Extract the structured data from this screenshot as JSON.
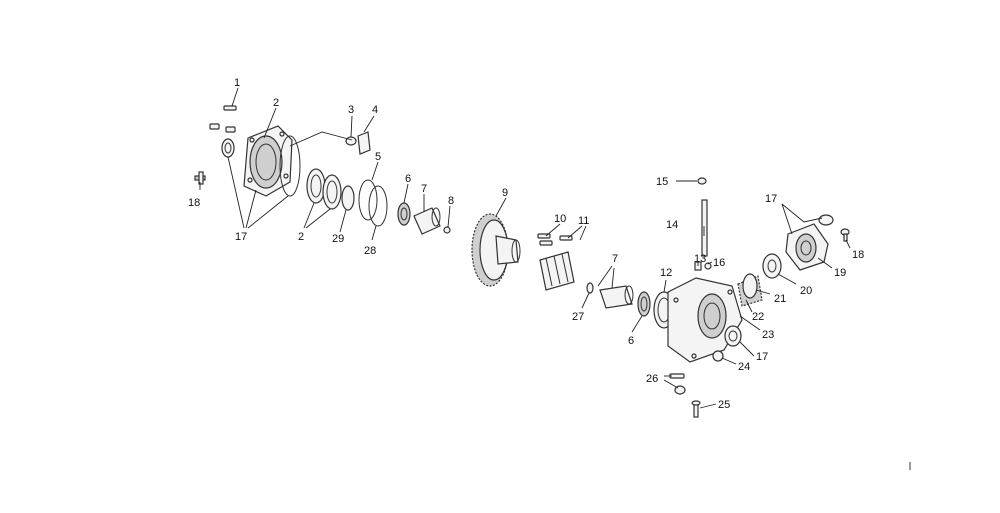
{
  "callouts": [
    {
      "id": "c1",
      "text": "1"
    },
    {
      "id": "c2a",
      "text": "2"
    },
    {
      "id": "c2b",
      "text": "2"
    },
    {
      "id": "c3",
      "text": "3"
    },
    {
      "id": "c4",
      "text": "4"
    },
    {
      "id": "c5",
      "text": "5"
    },
    {
      "id": "c6a",
      "text": "6"
    },
    {
      "id": "c6b",
      "text": "6"
    },
    {
      "id": "c7a",
      "text": "7"
    },
    {
      "id": "c7b",
      "text": "7"
    },
    {
      "id": "c8",
      "text": "8"
    },
    {
      "id": "c9",
      "text": "9"
    },
    {
      "id": "c10",
      "text": "10"
    },
    {
      "id": "c11",
      "text": "11"
    },
    {
      "id": "c12",
      "text": "12"
    },
    {
      "id": "c13",
      "text": "13"
    },
    {
      "id": "c14",
      "text": "14"
    },
    {
      "id": "c15",
      "text": "15"
    },
    {
      "id": "c16",
      "text": "16"
    },
    {
      "id": "c17a",
      "text": "17"
    },
    {
      "id": "c17b",
      "text": "17"
    },
    {
      "id": "c17c",
      "text": "17"
    },
    {
      "id": "c18a",
      "text": "18"
    },
    {
      "id": "c18b",
      "text": "18"
    },
    {
      "id": "c19",
      "text": "19"
    },
    {
      "id": "c20",
      "text": "20"
    },
    {
      "id": "c21",
      "text": "21"
    },
    {
      "id": "c22",
      "text": "22"
    },
    {
      "id": "c23",
      "text": "23"
    },
    {
      "id": "c24",
      "text": "24"
    },
    {
      "id": "c25",
      "text": "25"
    },
    {
      "id": "c26",
      "text": "26"
    },
    {
      "id": "c27",
      "text": "27"
    },
    {
      "id": "c28",
      "text": "28"
    },
    {
      "id": "c29",
      "text": "29"
    }
  ]
}
